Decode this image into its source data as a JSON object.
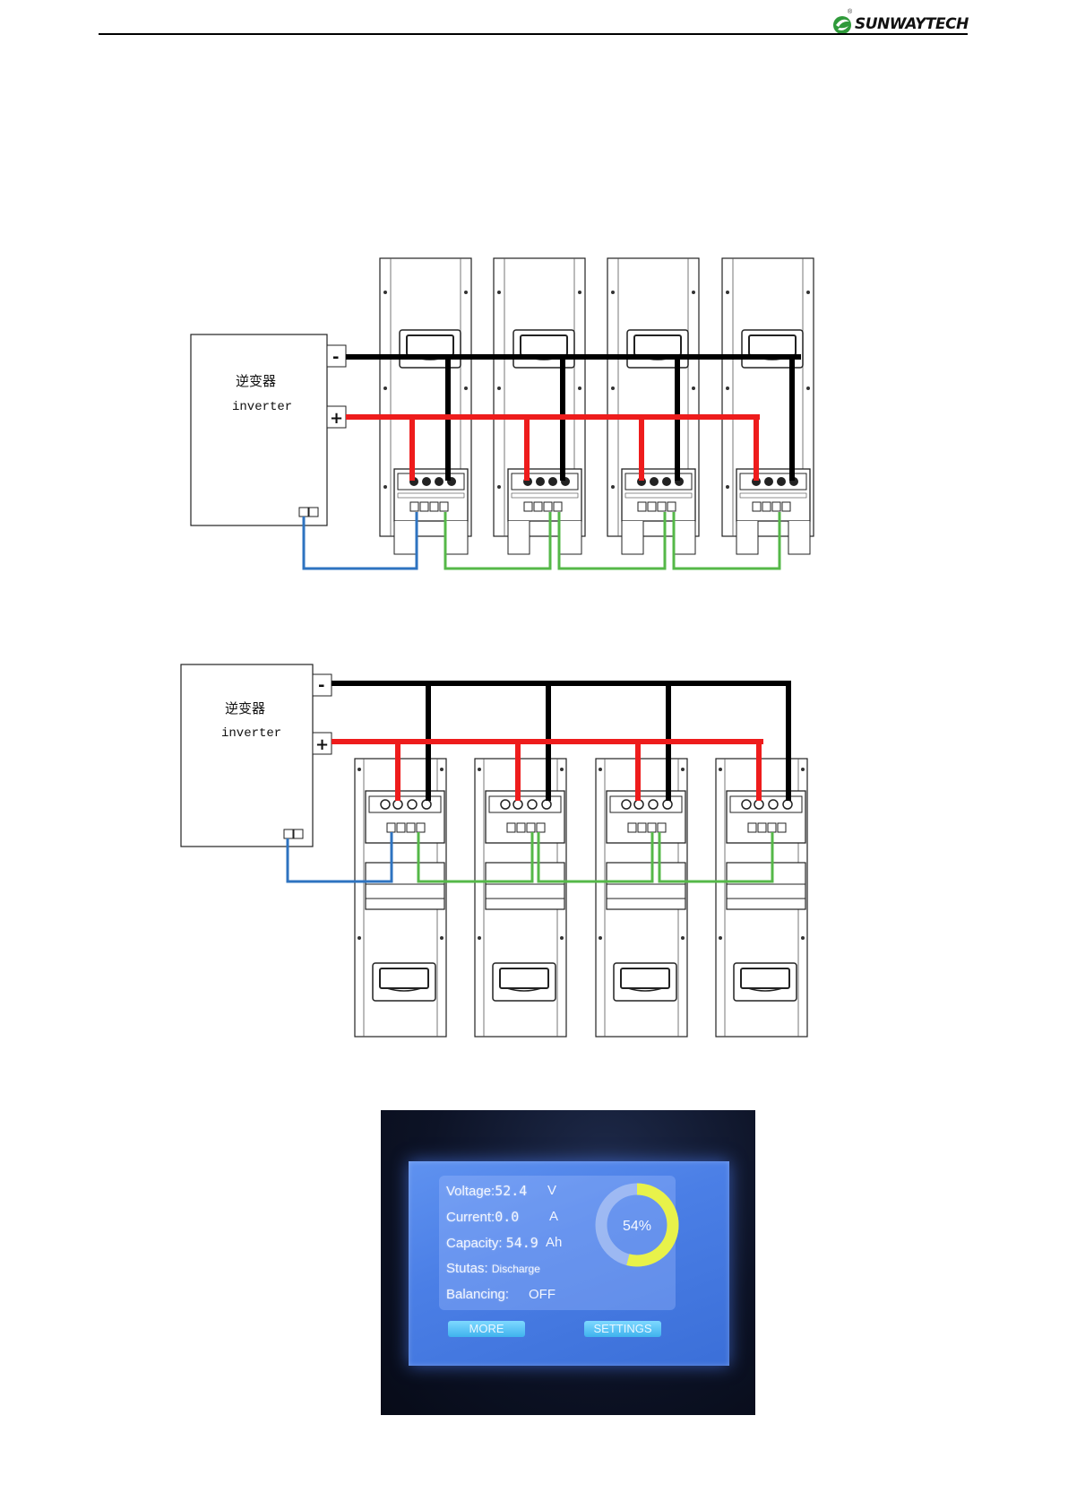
{
  "header": {
    "logo_text": "SUNWAYTECH",
    "registered_mark": "®"
  },
  "diagram_1": {
    "inverter_title": "逆变器",
    "inverter_label": "inverter",
    "terminal_negative": "-",
    "terminal_positive": "+"
  },
  "diagram_2": {
    "inverter_title": "逆变器",
    "inverter_label": "inverter",
    "terminal_negative": "-",
    "terminal_positive": "+"
  },
  "wire_colors": {
    "negative": "#000000",
    "positive": "#ee1c1c",
    "inverter_comm": "#2e73c0",
    "battery_link": "#55b848"
  },
  "lcd": {
    "voltage_label": "Voltage:",
    "voltage_value": "52.4",
    "voltage_unit": "V",
    "current_label": "Current:",
    "current_value": "0.0",
    "current_unit": "A",
    "capacity_label": "Capacity:",
    "capacity_value": "54.9",
    "capacity_unit": "Ah",
    "status_label": "Stutas:",
    "status_value": "Discharge",
    "balancing_label": "Balancing:",
    "balancing_value": "OFF",
    "soc_text": "54%",
    "soc_fraction": 0.54,
    "more_button": "MORE",
    "settings_button": "SETTINGS"
  }
}
